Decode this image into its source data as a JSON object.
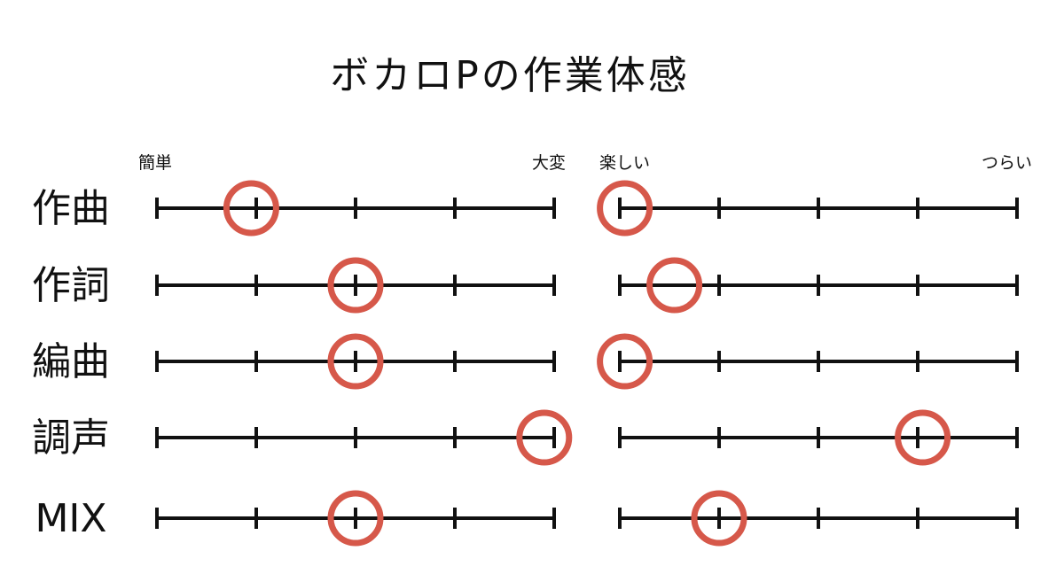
{
  "chart_data": {
    "type": "dot-scale",
    "title": "ボカロPの作業体感",
    "scale_steps": 4,
    "marker_color": "#d6584a",
    "line_color": "#111111",
    "scales": [
      {
        "left_label": "簡単",
        "right_label": "大変"
      },
      {
        "left_label": "楽しい",
        "right_label": "つらい"
      }
    ],
    "rows": [
      {
        "label": "作曲",
        "values": [
          0.95,
          0.05
        ]
      },
      {
        "label": "作詞",
        "values": [
          2.0,
          0.55
        ]
      },
      {
        "label": "編曲",
        "values": [
          2.0,
          0.05
        ]
      },
      {
        "label": "調声",
        "values": [
          3.9,
          3.05
        ]
      },
      {
        "label": "MIX",
        "values": [
          2.0,
          1.0
        ]
      }
    ]
  }
}
